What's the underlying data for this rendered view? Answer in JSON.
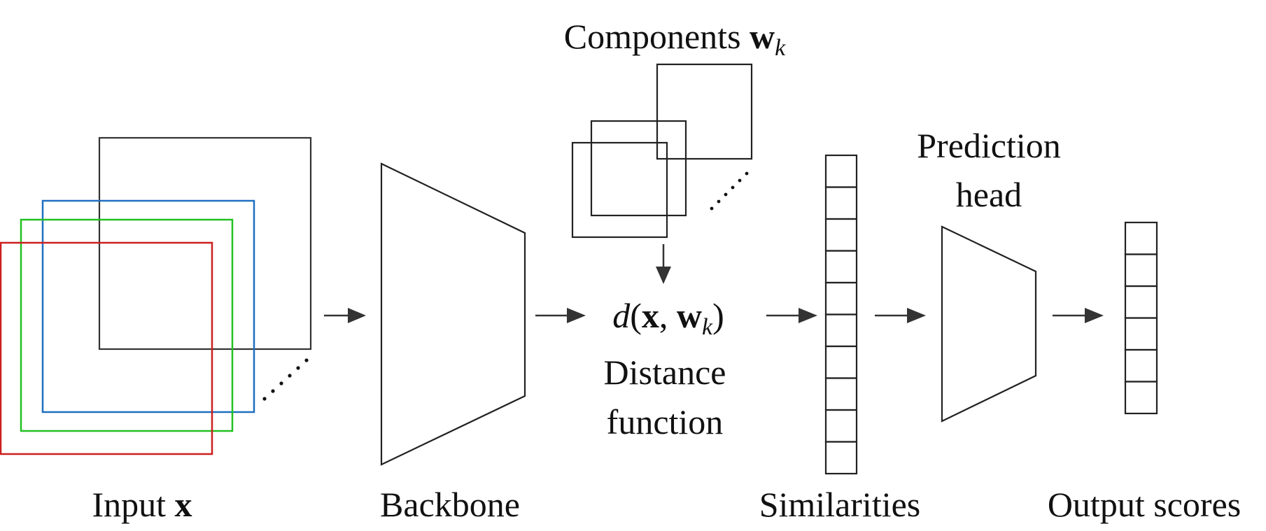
{
  "labels": {
    "input_prefix": "Input ",
    "input_var": "x",
    "backbone": "Backbone",
    "components_prefix": "Components ",
    "components_var": "w",
    "components_sub": "k",
    "distance_fn": "d",
    "distance_open": "(",
    "distance_x": "x",
    "distance_comma": ", ",
    "distance_w": "w",
    "distance_sub": "k",
    "distance_close": ")",
    "distance_line1": "Distance",
    "distance_line2": "function",
    "similarities": "Similarities",
    "prediction_line1": "Prediction",
    "prediction_line2": "head",
    "output": "Output scores"
  },
  "colors": {
    "input_red": "#cc1f1f",
    "input_green": "#22c022",
    "input_blue": "#1f6fc0",
    "input_back": "#333333",
    "stroke": "#222222"
  },
  "counts": {
    "similarity_cells": 10,
    "output_cells": 6
  }
}
